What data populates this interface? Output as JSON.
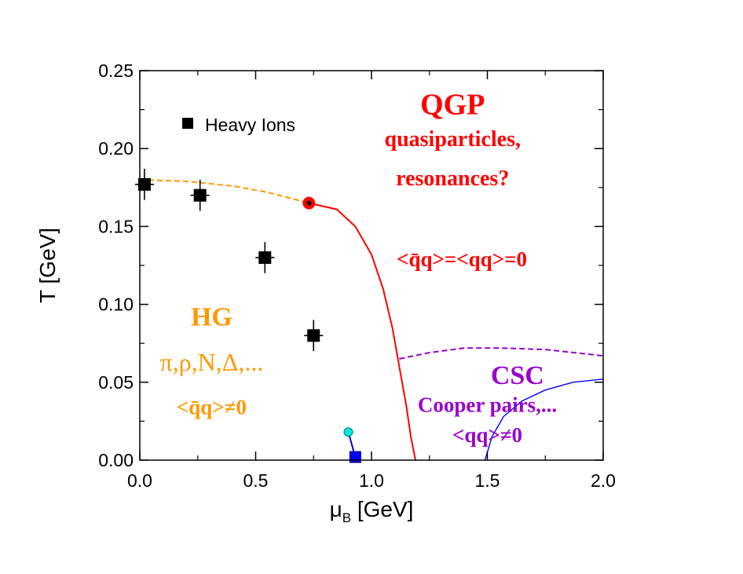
{
  "chart_data": {
    "type": "scatter",
    "xlabel_main": "μ",
    "xlabel_sub": "B",
    "xlabel_unit": " [GeV]",
    "ylabel": "T [GeV]",
    "xlim": [
      0.0,
      2.0
    ],
    "ylim": [
      0.0,
      0.25
    ],
    "x_ticks": [
      "0.0",
      "0.5",
      "1.0",
      "1.5",
      "2.0"
    ],
    "y_ticks": [
      "0.00",
      "0.05",
      "0.10",
      "0.15",
      "0.20",
      "0.25"
    ],
    "legend": {
      "label": "Heavy Ions",
      "marker": "filled-square",
      "placement": "top-left"
    },
    "series": [
      {
        "name": "Heavy Ions",
        "style": "black squares with error bars",
        "points": [
          {
            "x": 0.02,
            "y": 0.177,
            "yerr": 0.01
          },
          {
            "x": 0.26,
            "y": 0.17,
            "yerr": 0.01
          },
          {
            "x": 0.54,
            "y": 0.13,
            "yerr": 0.01
          },
          {
            "x": 0.75,
            "y": 0.08,
            "yerr": 0.01
          }
        ]
      }
    ],
    "lines": [
      {
        "kind": "crossover",
        "color": "#ff9900",
        "dashed": true,
        "points": [
          [
            0.0,
            0.18
          ],
          [
            0.2,
            0.179
          ],
          [
            0.4,
            0.176
          ],
          [
            0.55,
            0.172
          ],
          [
            0.73,
            0.165
          ]
        ]
      },
      {
        "kind": "first-order",
        "color": "#ff0000",
        "dashed": false,
        "points": [
          [
            0.73,
            0.165
          ],
          [
            0.85,
            0.161
          ],
          [
            0.93,
            0.15
          ],
          [
            1.0,
            0.132
          ],
          [
            1.05,
            0.11
          ],
          [
            1.09,
            0.085
          ],
          [
            1.12,
            0.06
          ],
          [
            1.15,
            0.035
          ],
          [
            1.17,
            0.015
          ],
          [
            1.19,
            0.0
          ]
        ]
      },
      {
        "kind": "csc-boundary",
        "color": "#9900cc",
        "dashed": true,
        "points": [
          [
            1.12,
            0.065
          ],
          [
            1.25,
            0.069
          ],
          [
            1.4,
            0.072
          ],
          [
            1.55,
            0.072
          ],
          [
            1.75,
            0.071
          ],
          [
            2.0,
            0.067
          ]
        ]
      },
      {
        "kind": "csc-inner",
        "color": "#0000ff",
        "dashed": false,
        "points": [
          [
            1.49,
            0.0
          ],
          [
            1.52,
            0.015
          ],
          [
            1.57,
            0.028
          ],
          [
            1.65,
            0.038
          ],
          [
            1.75,
            0.045
          ],
          [
            1.87,
            0.05
          ],
          [
            2.0,
            0.052
          ]
        ]
      }
    ],
    "critical_point": {
      "x": 0.73,
      "y": 0.165,
      "color": "#ff0000"
    },
    "nuclear_matter": {
      "square": {
        "x": 0.93,
        "y": 0.002,
        "color": "#0000ff"
      },
      "circle": {
        "x": 0.9,
        "y": 0.018,
        "color": "#00e5e5"
      }
    },
    "annotations": [
      {
        "id": "qgp-title",
        "text": "QGP",
        "color": "#ff0000",
        "x": 1.35,
        "y": 0.222
      },
      {
        "id": "qgp-line1",
        "text": "quasiparticles,",
        "color": "#ff0000",
        "x": 1.35,
        "y": 0.2015
      },
      {
        "id": "qgp-line2",
        "text": "resonances?",
        "color": "#ff0000",
        "x": 1.35,
        "y": 0.1765
      },
      {
        "id": "qgp-condensate",
        "text": "<q̄q>=<qq>=0",
        "color": "#ff0000",
        "x": 1.39,
        "y": 0.1245
      },
      {
        "id": "hg-title",
        "text": "HG",
        "color": "#ff9900",
        "x": 0.31,
        "y": 0.0865
      },
      {
        "id": "hg-line1",
        "text": "π,ρ,N,Δ,...",
        "color": "#ff9900",
        "x": 0.31,
        "y": 0.0575
      },
      {
        "id": "hg-condensate",
        "text": "<q̄q>≠0",
        "color": "#ff9900",
        "x": 0.31,
        "y": 0.0295
      },
      {
        "id": "csc-title",
        "text": "CSC",
        "color": "#9900cc",
        "x": 1.63,
        "y": 0.049
      },
      {
        "id": "csc-line1",
        "text": "Cooper pairs,...",
        "color": "#9900cc",
        "x": 1.5,
        "y": 0.031
      },
      {
        "id": "csc-condensate",
        "text": "<qq>≠0",
        "color": "#9900cc",
        "x": 1.5,
        "y": 0.0115
      }
    ],
    "colors": {
      "axis": "#000000",
      "qgp": "#ff0000",
      "hg": "#ff9900",
      "csc": "#9900cc",
      "inner": "#0000ff",
      "cyan": "#00e5e5"
    }
  }
}
